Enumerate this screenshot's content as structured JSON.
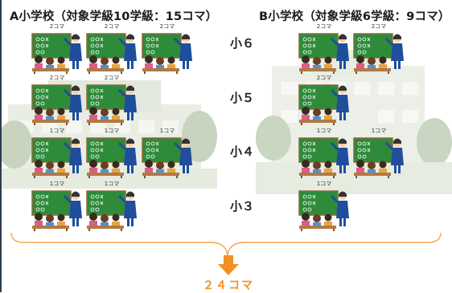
{
  "school_a": {
    "title": "A小学校（対象学級10学級：15コマ）"
  },
  "school_b": {
    "title": "B小学校（対象学級6学級：9コマ）"
  },
  "grades": [
    "小６",
    "小５",
    "小４",
    "小３"
  ],
  "koma_labels": {
    "two": "2コマ",
    "one": "1コマ"
  },
  "total": "２４コマ",
  "colors": {
    "board": "#2e8b3a",
    "arrow": "#f39023",
    "brace": "#f5a64a",
    "total": "#f39023"
  }
}
